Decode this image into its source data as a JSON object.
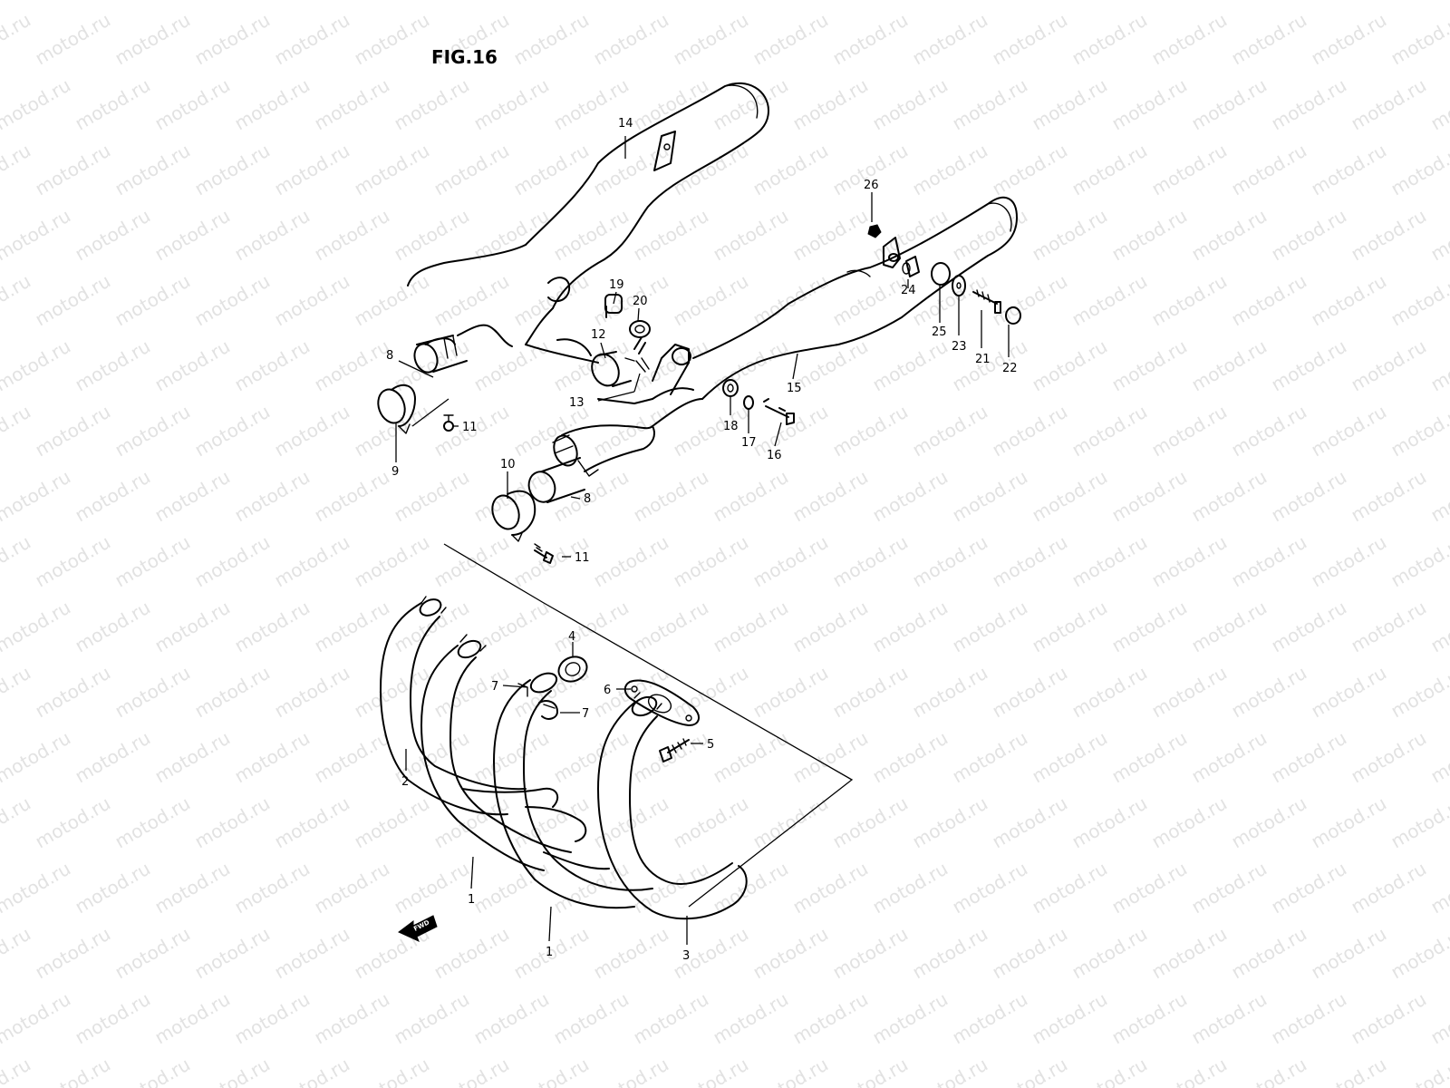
{
  "figure": {
    "title": "FIG.16",
    "watermark": "motod.ru",
    "fwd_label": "FWD"
  },
  "callouts": [
    {
      "id": "c1a",
      "text": "1"
    },
    {
      "id": "c1b",
      "text": "1"
    },
    {
      "id": "c2",
      "text": "2"
    },
    {
      "id": "c3",
      "text": "3"
    },
    {
      "id": "c4",
      "text": "4"
    },
    {
      "id": "c5",
      "text": "5"
    },
    {
      "id": "c6",
      "text": "6"
    },
    {
      "id": "c7a",
      "text": "7"
    },
    {
      "id": "c7b",
      "text": "7"
    },
    {
      "id": "c8a",
      "text": "8"
    },
    {
      "id": "c8b",
      "text": "8"
    },
    {
      "id": "c9",
      "text": "9"
    },
    {
      "id": "c10",
      "text": "10"
    },
    {
      "id": "c11a",
      "text": "11"
    },
    {
      "id": "c11b",
      "text": "11"
    },
    {
      "id": "c12",
      "text": "12"
    },
    {
      "id": "c13",
      "text": "13"
    },
    {
      "id": "c14",
      "text": "14"
    },
    {
      "id": "c15",
      "text": "15"
    },
    {
      "id": "c16",
      "text": "16"
    },
    {
      "id": "c17",
      "text": "17"
    },
    {
      "id": "c18",
      "text": "18"
    },
    {
      "id": "c19",
      "text": "19"
    },
    {
      "id": "c20",
      "text": "20"
    },
    {
      "id": "c21",
      "text": "21"
    },
    {
      "id": "c22",
      "text": "22"
    },
    {
      "id": "c23",
      "text": "23"
    },
    {
      "id": "c24",
      "text": "24"
    },
    {
      "id": "c25",
      "text": "25"
    },
    {
      "id": "c26",
      "text": "26"
    }
  ]
}
